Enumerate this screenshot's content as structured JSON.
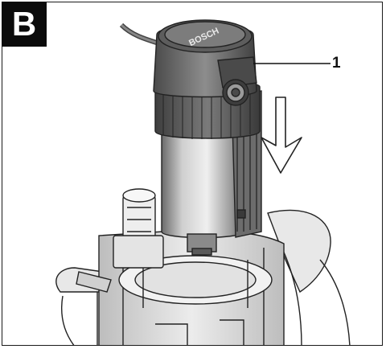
{
  "figure": {
    "label": "B",
    "callouts": [
      {
        "number": "1"
      }
    ],
    "brand_mark": "BOSCH",
    "icons": [
      "down-arrow-icon"
    ]
  },
  "colors": {
    "frame": "#1a1a1a",
    "badge_bg": "#0b0b0b",
    "badge_text": "#ffffff",
    "motor_dark": "#5f5f5f",
    "motor_mid": "#8a8a8a",
    "motor_light": "#c9c9c9",
    "base_gray": "#d7d7d7"
  }
}
